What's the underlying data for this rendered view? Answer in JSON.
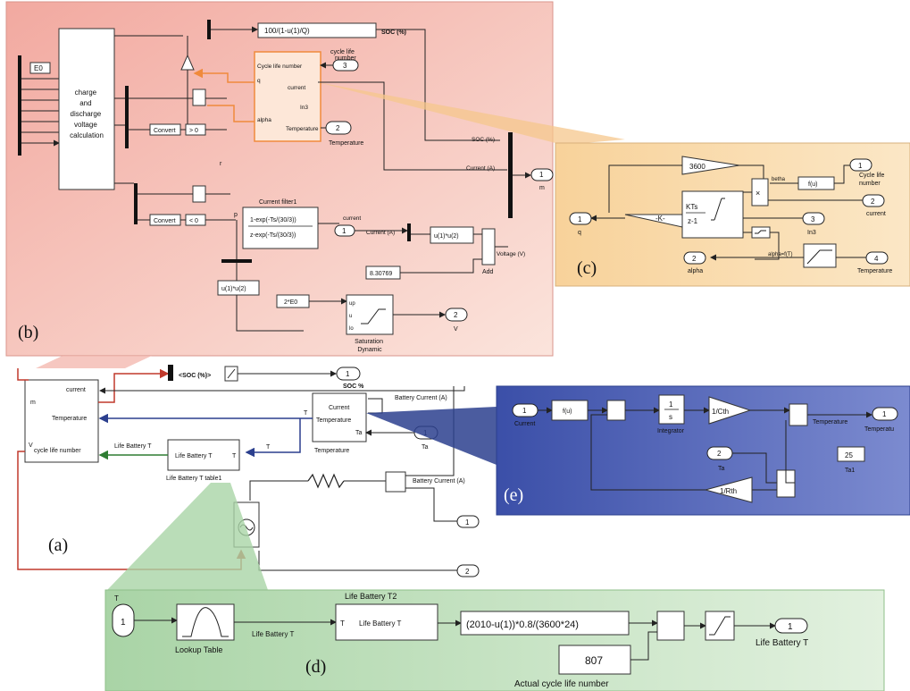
{
  "panels": {
    "a": "(a)",
    "b": "(b)",
    "c": "(c)",
    "d": "(d)",
    "e": "(e)"
  },
  "b": {
    "e0_top": "E0",
    "charge_calc": [
      "charge",
      "and",
      "discharge",
      "voltage",
      "calculation"
    ],
    "gain_100": "100/(1-u(1)/Q)",
    "soc_percent": "SOC (%)",
    "cycle_life_port_num": "3",
    "cycle_life_port_lbl": [
      "cycle life",
      "number"
    ],
    "sub_labels": [
      "Cycle life number",
      "q",
      "current",
      "In3",
      "alpha",
      "Temperature"
    ],
    "temp_port_num": "2",
    "temp_port_lbl": "Temperature",
    "convert": "Convert",
    "gt0": "> 0",
    "lt0": "< 0",
    "r_label": "r",
    "p_label": "p",
    "current_filter_title": "Current filter1",
    "filter_num": "1-exp(-Ts/(30/3))",
    "filter_den": "z-exp(-Ts/(30/3))",
    "soc_sig": "SOC (%)",
    "current_a_sig": "Current (A)",
    "current_sig": "current",
    "current_a_sig2": "Current (A)",
    "current_port_num": "1",
    "out_m_num": "1",
    "out_m_lbl": "m",
    "mult_fcn": "u(1)*u(2)",
    "div_fcn": "u(1)*u(2)",
    "const_val": "8.30769",
    "add_lbl": "Add",
    "voltage_sig": "Voltage (V)",
    "two_e0": "2*E0",
    "sat_lbl": [
      "Saturation",
      "Dynamic"
    ],
    "sat_ports": [
      "up",
      "u",
      "lo"
    ],
    "v_port_num": "2",
    "v_port_lbl": "V"
  },
  "c": {
    "gain_3600": "3600",
    "in1_num": "1",
    "in1_lbl": [
      "Cycle life",
      "number"
    ],
    "in2_num": "2",
    "in2_lbl": "current",
    "in3_num": "3",
    "in3_lbl": "In3",
    "in4_num": "4",
    "in4_lbl": "Temperature",
    "betha": "betha",
    "fu": "f(u)",
    "mult": "×",
    "out_q_num": "1",
    "out_q_lbl": "q",
    "neg_k": "-K-",
    "kts": "KTs",
    "zm1": "z-1",
    "alpha_fn": "alpha=f(T)",
    "out_alpha_num": "2",
    "out_alpha_lbl": "alpha"
  },
  "a": {
    "m": "m",
    "current": "current",
    "temperature": "Temperature",
    "cycle_life": "cycle life number",
    "v": "V",
    "soc_sig": "<SOC (%)>",
    "soc_out_num": "1",
    "soc_out_lbl": "SOC %",
    "battery_current_1": "Battery Current (A)",
    "t1": "T",
    "sub_temp_ports": [
      "Current",
      "Temperature",
      "Ta"
    ],
    "sub_temp_lbl": "Temperature",
    "t2": "T",
    "ta_port_num": "1",
    "ta_lbl": "Ta",
    "life_sig": "Life Battery T",
    "life_block": "Life Battery T",
    "life_block_t": "T",
    "life_table_lbl": "Life Battery T table1",
    "battery_current_2": "Battery Current (A)",
    "out1": "1",
    "out2": "2"
  },
  "e": {
    "in_current_num": "1",
    "in_current_lbl": "Current",
    "fu": "f(u)",
    "integ": [
      "1",
      "s"
    ],
    "integ_lbl": "Integrator",
    "gain_cth": "1/Cth",
    "gain_rth": "1/Rth",
    "temp_sig": "Temperature",
    "out_num": "1",
    "out_lbl": "Temperatu",
    "ta_num": "2",
    "ta_lbl": "Ta",
    "const25": "25",
    "ta1_lbl": "Ta1"
  },
  "d": {
    "in_t_lbl": "T",
    "in_num": "1",
    "lookup_lbl": "Lookup Table",
    "sig1": "Life Battery T",
    "life2_title": "Life Battery T2",
    "life2_t": "T",
    "life2_text": "Life Battery T",
    "fcn": "(2010-u(1))*0.8/(3600*24)",
    "const807": "807",
    "const_lbl": "Actual cycle life number",
    "out_num": "1",
    "out_lbl": "Life Battery T"
  },
  "colors": {
    "panel_b": "#f4b9b0",
    "panel_c": "#f8d9a6",
    "panel_e": "#4d5fb3",
    "panel_d": "#b9dcb6",
    "orange": "#f08a3c",
    "red_wire": "#c0392b",
    "blue_wire": "#2b3f8e",
    "green_wire": "#2e7d32"
  }
}
